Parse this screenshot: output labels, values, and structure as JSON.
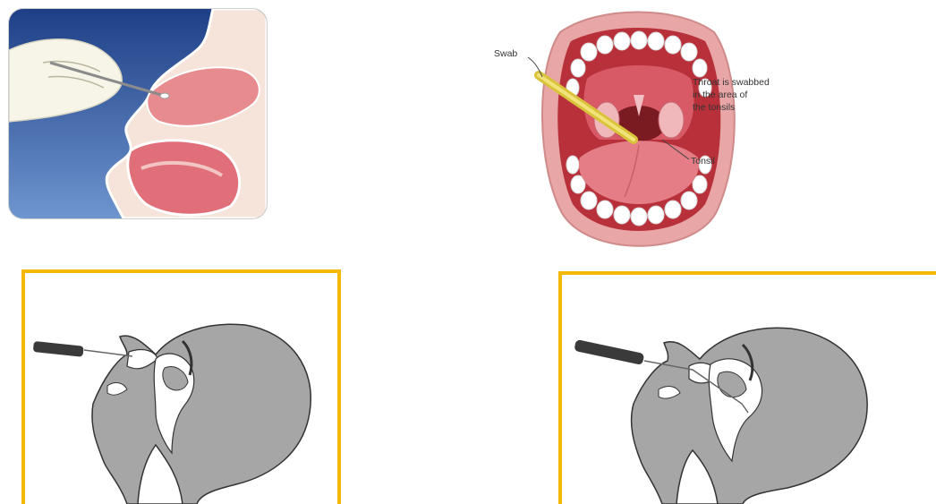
{
  "colors": {
    "frame_border": "#f5b800",
    "head_silhouette": "#a6a6a6",
    "glove": "#f7f5e8",
    "sky_blue": "#2f5fa8",
    "tissue_pink": "#e88b8f",
    "swab_yellow": "#e3cf3a"
  },
  "throat_diagram": {
    "swab_label": "Swab",
    "note_line1": "Throat is swabbed",
    "note_line2": "in the area of",
    "note_line3": "the tonsils",
    "tonsil_label": "Tonsil"
  }
}
